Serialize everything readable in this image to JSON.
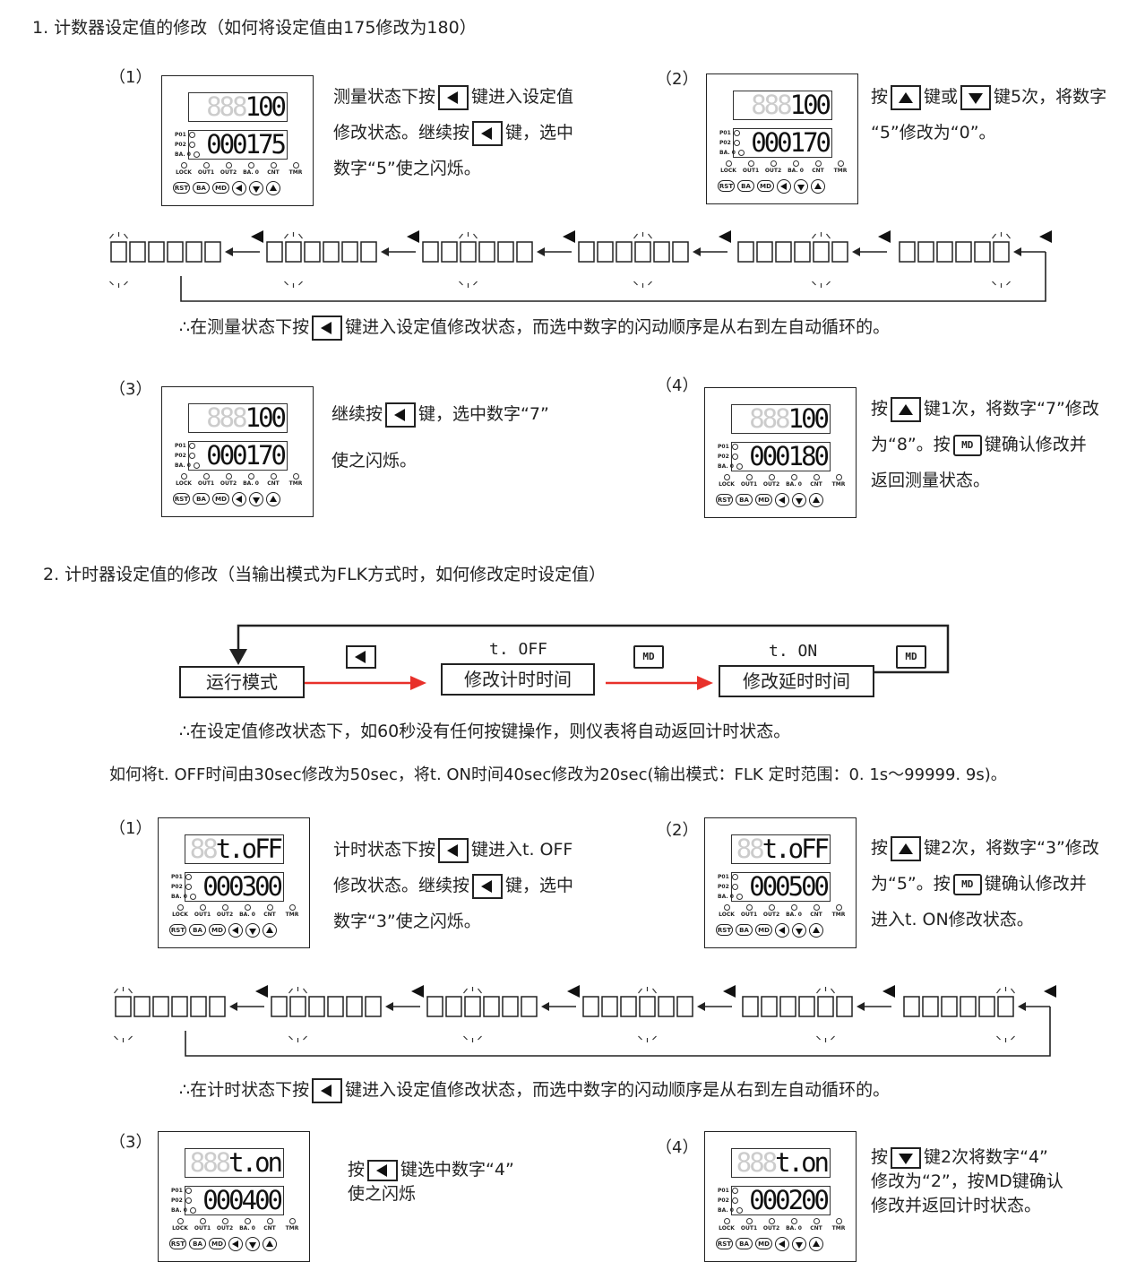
{
  "section1": {
    "heading": "1. 计数器设定值的修改（如何将设定值由175修改为180）",
    "steps": [
      {
        "num": "（1）",
        "lcd_top": "100",
        "lcd_bottom": "000175",
        "lines": [
          "测量状态下按",
          "键进入设定值",
          "修改状态。继续按",
          "键，选中",
          "数字“5”使之闪烁。"
        ]
      },
      {
        "num": "（2）",
        "lcd_top": "100",
        "lcd_bottom": "000170",
        "lines": [
          "按",
          "键或",
          "键5次，将数字",
          "“5”修改为“0”。"
        ]
      },
      {
        "num": "（3）",
        "lcd_top": "100",
        "lcd_bottom": "000170",
        "lines": [
          "继续按",
          "键，选中数字“7”",
          "使之闪烁。"
        ]
      },
      {
        "num": "（4）",
        "lcd_top": "100",
        "lcd_bottom": "000180",
        "lines": [
          "按",
          "键1次，将数字“7”修改",
          "为“8”。按",
          "键确认修改并",
          "返回测量状态。"
        ]
      }
    ],
    "cycle_note_pre": "∴在测量状态下按",
    "cycle_note_post": "键进入设定值修改状态，而选中数字的闪动顺序是从右到左自动循环的。"
  },
  "section2": {
    "heading": "2. 计时器设定值的修改（当输出模式为FLK方式时，如何修改定时设定值）",
    "flow": {
      "box1": "运行模式",
      "box2": "修改计时时间",
      "box3": "修改延时时间",
      "label2": "t. OFF",
      "label3": "t. ON",
      "md": "MD"
    },
    "timeout_note": "∴在设定值修改状态下，如60秒没有任何按键操作，则仪表将自动返回计时状态。",
    "example": "如何将t. OFF时间由30sec修改为50sec，将t. ON时间40sec修改为20sec(输出模式：FLK 定时范围：0. 1s～99999. 9s)。",
    "steps": [
      {
        "num": "（1）",
        "lcd_top": "t.oFF",
        "lcd_bottom": "000300",
        "lines": [
          "计时状态下按",
          "键进入t. OFF",
          "修改状态。继续按",
          "键，选中",
          "数字“3”使之闪烁。"
        ]
      },
      {
        "num": "（2）",
        "lcd_top": "t.oFF",
        "lcd_bottom": "000500",
        "lines": [
          "按",
          "键2次，将数字“3”修改",
          "为“5”。按",
          "键确认修改并",
          "进入t. ON修改状态。"
        ]
      },
      {
        "num": "（3）",
        "lcd_top": "t.on",
        "lcd_bottom": "000400",
        "lines": [
          "按",
          "键选中数字“4”",
          "使之闪烁"
        ]
      },
      {
        "num": "（4）",
        "lcd_top": "t.on",
        "lcd_bottom": "000200",
        "lines": [
          "按",
          "键2次将数字“4”",
          "修改为“2”，按MD键确认",
          "修改并返回计时状态。"
        ]
      }
    ],
    "cycle_note_pre": "∴在计时状态下按",
    "cycle_note_post": "键进入设定值修改状态，而选中数字的闪动顺序是从右到左自动循环的。"
  },
  "panel": {
    "ind1": "P01",
    "ind2": "P02",
    "ind3": "BA. 0",
    "leds": [
      "LOCK",
      "OUT1",
      "OUT2",
      "BA. 0",
      "CNT",
      "TMR"
    ],
    "btn_rst": "RST",
    "btn_ba": "BA",
    "btn_md": "MD"
  },
  "ghost": "888"
}
